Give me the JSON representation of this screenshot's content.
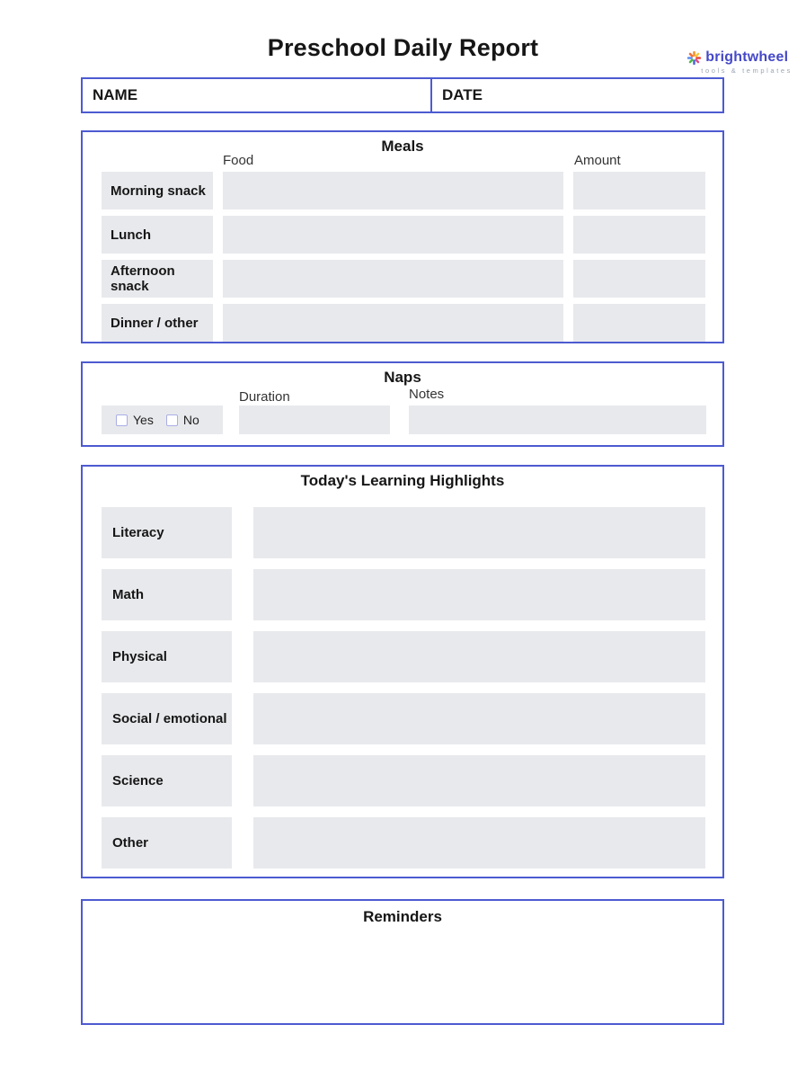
{
  "page": {
    "title": "Preschool Daily Report"
  },
  "logo": {
    "brand": "brightwheel",
    "tagline": "tools & templates"
  },
  "name_date": {
    "name_label": "NAME",
    "date_label": "DATE"
  },
  "meals": {
    "title": "Meals",
    "columns": {
      "food": "Food",
      "amount": "Amount"
    },
    "rows": [
      "Morning snack",
      "Lunch",
      "Afternoon snack",
      "Dinner / other"
    ]
  },
  "naps": {
    "title": "Naps",
    "duration_label": "Duration",
    "notes_label": "Notes",
    "yes_label": "Yes",
    "no_label": "No"
  },
  "learning": {
    "title": "Today's Learning Highlights",
    "rows": [
      "Literacy",
      "Math",
      "Physical",
      "Social / emotional",
      "Science",
      "Other"
    ]
  },
  "reminders": {
    "title": "Reminders"
  },
  "colors": {
    "border_blue": "#4d5bd1",
    "field_gray": "#e8e9ec",
    "checkbox_border": "#a9aee6",
    "brand_indigo": "#4549c8",
    "tagline_gray": "#9aa4b5"
  }
}
